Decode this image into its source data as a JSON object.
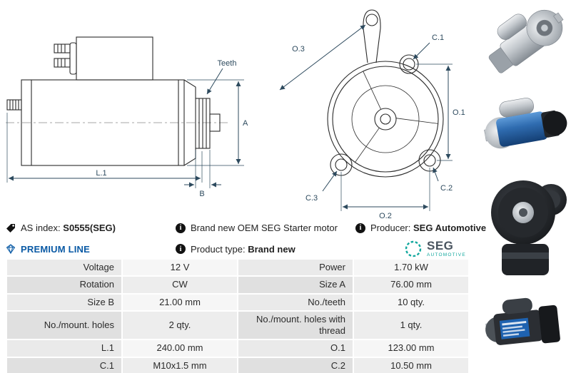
{
  "header": {
    "as_index": {
      "label": "AS index:",
      "value": "S0555(SEG)"
    },
    "premium_line": "PREMIUM LINE",
    "note_brand_new": "Brand new OEM SEG Starter motor",
    "product_type": {
      "label": "Product type:",
      "value": "Brand new"
    },
    "producer": {
      "label": "Producer:",
      "value": "SEG Automotive"
    },
    "logo": {
      "brand": "SEG",
      "sub": "AUTOMOTIVE"
    }
  },
  "icons": {
    "info": "i"
  },
  "diagram": {
    "side": {
      "teeth": "Teeth",
      "a": "A",
      "l1": "L.1",
      "b": "B"
    },
    "front": {
      "o3": "O.3",
      "c1": "C.1",
      "o1": "O.1",
      "c2": "C.2",
      "c3": "C.3",
      "o2": "O.2"
    }
  },
  "colors": {
    "accent_blue": "#0a5aa5",
    "dimension": "#2d4a5e",
    "seg_teal": "#13a89e",
    "table_label_bg": "#e4e4e4",
    "table_value_bg": "#f2f2f2"
  },
  "photos": [
    {
      "name": "starter-motor-silver-angled"
    },
    {
      "name": "starter-motor-blue-side"
    },
    {
      "name": "starter-motor-black-top"
    },
    {
      "name": "starter-motor-black-label"
    }
  ],
  "table": {
    "rows": [
      {
        "c0": "Voltage",
        "c1": "12 V",
        "c2": "Power",
        "c3": "1.70 kW"
      },
      {
        "c0": "Rotation",
        "c1": "CW",
        "c2": "Size A",
        "c3": "76.00 mm"
      },
      {
        "c0": "Size B",
        "c1": "21.00 mm",
        "c2": "No./teeth",
        "c3": "10 qty."
      },
      {
        "c0": "No./mount. holes",
        "c1": "2 qty.",
        "c2": "No./mount. holes with thread",
        "c3": "1 qty."
      },
      {
        "c0": "L.1",
        "c1": "240.00 mm",
        "c2": "O.1",
        "c3": "123.00 mm"
      },
      {
        "c0": "C.1",
        "c1": "M10x1.5 mm",
        "c2": "C.2",
        "c3": "10.50 mm"
      }
    ]
  }
}
